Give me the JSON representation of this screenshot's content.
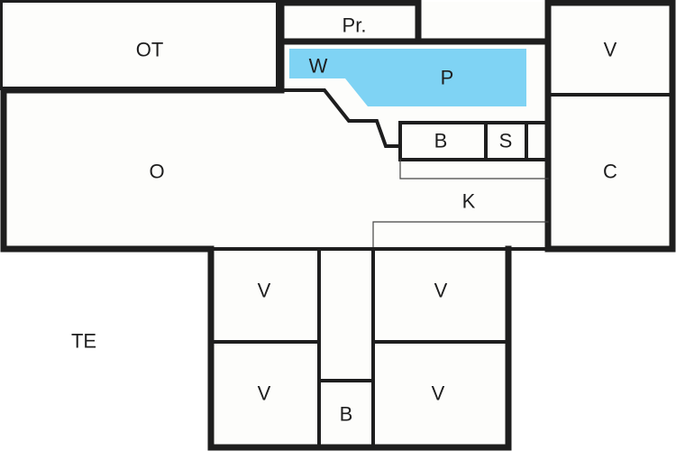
{
  "floor_plan": {
    "colors": {
      "wall": "#1e1e1e",
      "pool": "#7fd3f4",
      "room_fill": "#fdfdfb"
    },
    "rooms": {
      "ot": "OT",
      "pr": "Pr.",
      "w": "W",
      "p": "P",
      "v_top_right": "V",
      "o": "O",
      "c": "C",
      "b_upper": "B",
      "s": "S",
      "k": "K",
      "te": "TE",
      "v_bottom_left_upper": "V",
      "v_bottom_left_lower": "V",
      "v_bottom_right_upper": "V",
      "v_bottom_right_lower": "V",
      "b_lower": "B"
    }
  }
}
